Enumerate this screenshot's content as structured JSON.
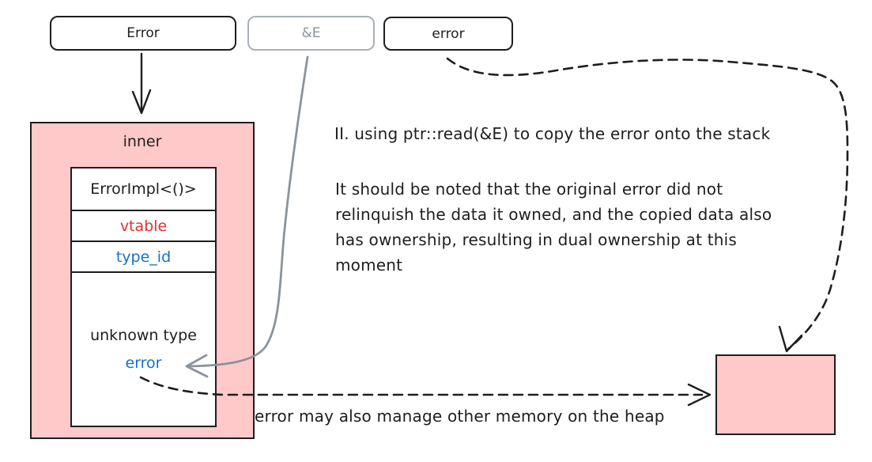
{
  "colors": {
    "ink": "#1e1e1e",
    "pink": "#ffc9c9",
    "red": "#e03131",
    "blue": "#1971c2",
    "gray": "#8b939b",
    "graylight": "#a9b0b8"
  },
  "top_row": {
    "owner_box_label": "Error",
    "ref_box_label": "&E",
    "copy_box_label": "error"
  },
  "inner_struct": {
    "container_label": "inner",
    "fields": [
      {
        "label": "ErrorImpl<()>"
      },
      {
        "label": "vtable"
      },
      {
        "label": "type_id"
      }
    ],
    "payload": {
      "line1": "unknown type",
      "line2": "error"
    }
  },
  "annotations": {
    "step_title": "II. using ptr::read(&E) to copy the error onto the stack",
    "note_lines": [
      "It should be noted that the original error did not",
      "relinquish the data it owned, and the copied data also",
      "has ownership, resulting in dual ownership at this",
      "moment"
    ],
    "heap_caption": "error may also manage other memory on the heap"
  }
}
